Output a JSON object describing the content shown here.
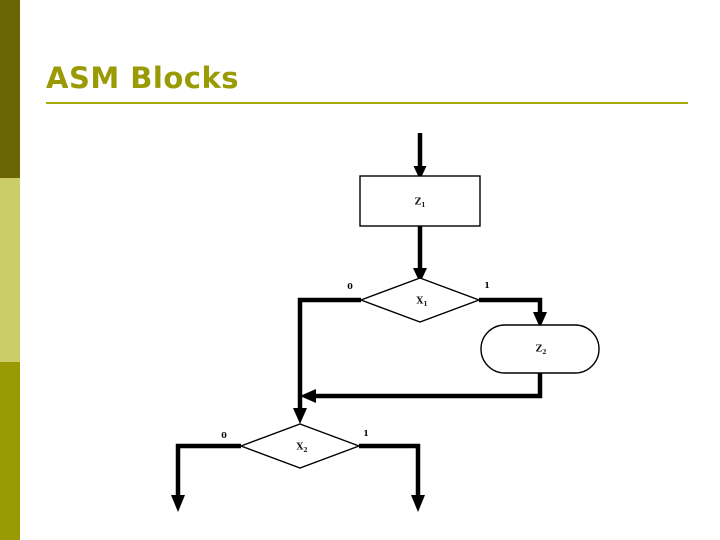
{
  "slide": {
    "title": "ASM Blocks",
    "background_color": "#ffffff",
    "title_color": "#9a9a05",
    "rule_color": "#a9a80d"
  },
  "sidebar": {
    "bands": [
      {
        "name": "band-top",
        "color": "#6b6605"
      },
      {
        "name": "band-middle",
        "color": "#cbcd68"
      },
      {
        "name": "band-bottom",
        "color": "#9a9a05"
      }
    ]
  },
  "diagram": {
    "type": "asm-chart",
    "stroke_color": "#000000",
    "nodes": [
      {
        "id": "entry",
        "kind": "entry-arrow",
        "label": ""
      },
      {
        "id": "z1",
        "kind": "state-box",
        "label": "Z",
        "subscript": "1"
      },
      {
        "id": "x1",
        "kind": "decision",
        "label": "X",
        "subscript": "1"
      },
      {
        "id": "z2",
        "kind": "conditional-output",
        "label": "Z",
        "subscript": "2"
      },
      {
        "id": "x2",
        "kind": "decision",
        "label": "X",
        "subscript": "2"
      }
    ],
    "edges": [
      {
        "from": "entry",
        "to": "z1",
        "label": ""
      },
      {
        "from": "z1",
        "to": "x1",
        "label": ""
      },
      {
        "from": "x1",
        "to": "merge",
        "label": "0"
      },
      {
        "from": "x1",
        "to": "z2",
        "label": "1"
      },
      {
        "from": "z2",
        "to": "merge",
        "label": ""
      },
      {
        "from": "merge",
        "to": "x2",
        "label": ""
      },
      {
        "from": "x2",
        "to": "exit-left",
        "label": "0"
      },
      {
        "from": "x2",
        "to": "exit-right",
        "label": "1"
      }
    ],
    "branch_labels": {
      "x1_false": "0",
      "x1_true": "1",
      "x2_false": "0",
      "x2_true": "1"
    }
  }
}
